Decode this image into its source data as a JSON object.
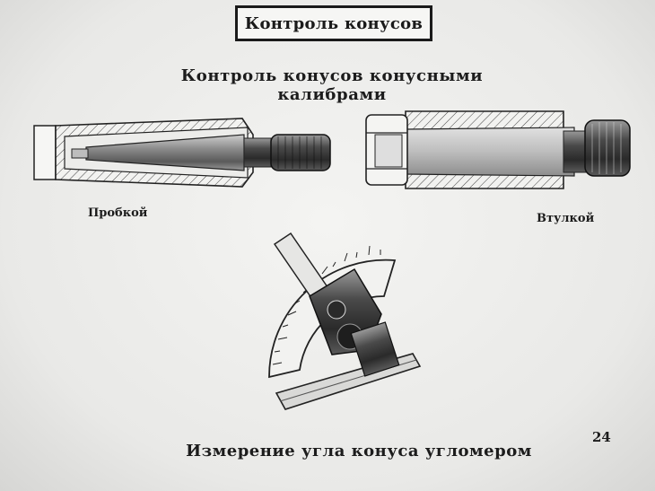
{
  "title": "Контроль конусов",
  "subtitle": "Контроль конусов конусными калибрами",
  "labels": {
    "plug": "Пробкой",
    "sleeve": "Втулкой"
  },
  "caption": "Измерение угла конуса угломером",
  "page_number": "24"
}
